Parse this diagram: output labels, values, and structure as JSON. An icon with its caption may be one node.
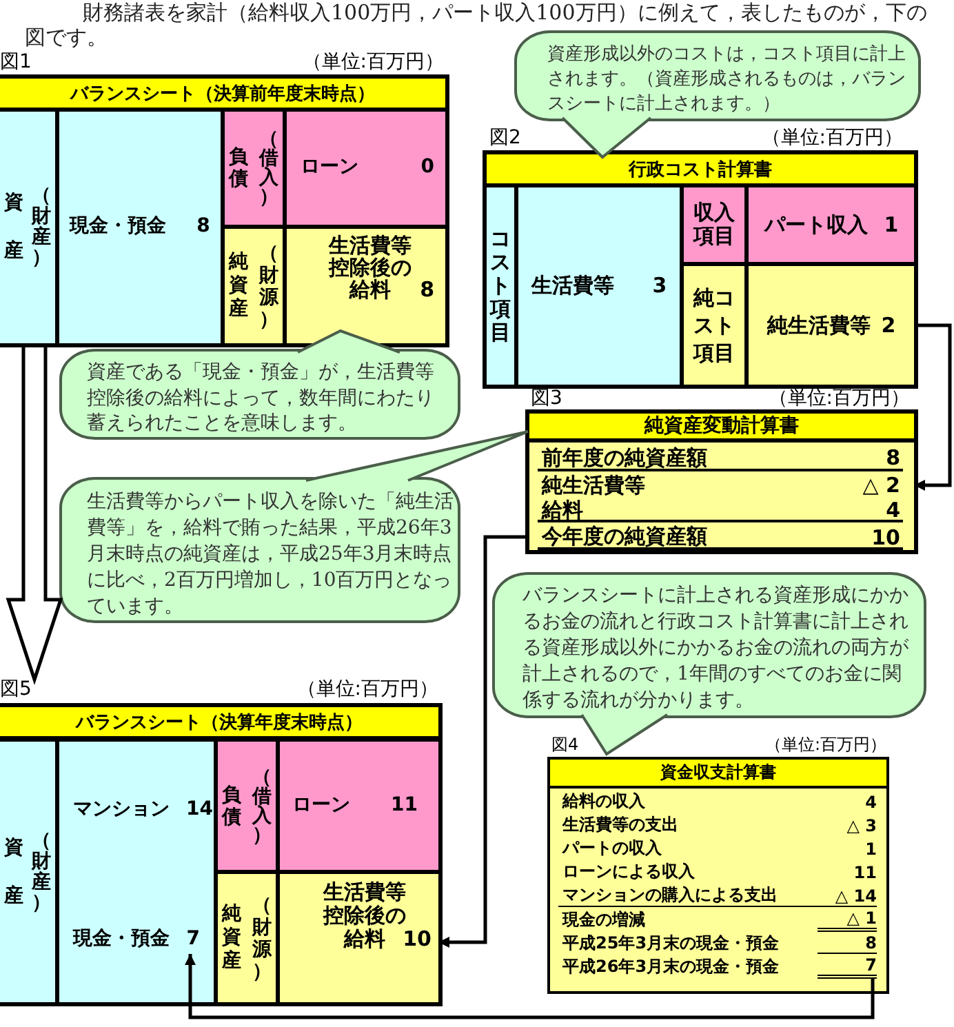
{
  "diagram": {
    "nodes": [
      {
        "text": [
          "バランスシート（決算前年度末時点）"
        ],
        "beside": [
          "図1",
          "（単位:百万円）"
        ]
      },
      {
        "text": [
          "資産",
          "（財産）"
        ],
        "in": 0
      },
      {
        "text": [
          "現金・預金",
          "8"
        ],
        "in": 0
      },
      {
        "text": [
          "負債",
          "（借入）"
        ],
        "in": 0
      },
      {
        "text": [
          "ローン",
          "0"
        ],
        "in": 0
      },
      {
        "text": [
          "純資産",
          "（財源）"
        ],
        "in": 0
      },
      {
        "text": [
          "生活費等控除後の給料",
          "8"
        ],
        "in": 0
      },
      {
        "text": [
          "資産形成以外のコストは，コスト項目に計上されます。（資産形成されるものは，バランスシートに計上されます。）"
        ]
      },
      {
        "text": [
          "行政コスト計算書"
        ],
        "beside": [
          "図2",
          "（単位:百万円）"
        ]
      },
      {
        "text": [
          "コスト項目"
        ],
        "in": 8
      },
      {
        "text": [
          "生活費等",
          "3"
        ],
        "in": 8
      },
      {
        "text": [
          "収入項目"
        ],
        "in": 8
      },
      {
        "text": [
          "パート収入",
          "1"
        ],
        "in": 8
      },
      {
        "text": [
          "純コスト項目"
        ],
        "in": 8
      },
      {
        "text": [
          "純生活費等",
          "2"
        ],
        "in": 8
      },
      {
        "text": [
          "資産である「現金・預金」が，生活費等控除後の給料によって，数年間にわたり蓄えられたことを意味します。"
        ]
      },
      {
        "text": [
          "純資産変動計算書"
        ],
        "beside": [
          "図3",
          "（単位:百万円）"
        ]
      },
      {
        "text": [
          "前年度の純資産額",
          "8"
        ],
        "in": 16
      },
      {
        "text": [
          "純生活費等",
          "△ 2"
        ],
        "in": 16
      },
      {
        "text": [
          "給料",
          "4"
        ],
        "in": 16
      },
      {
        "text": [
          "今年度の純資産額",
          "10"
        ],
        "in": 16
      },
      {
        "text": [
          "生活費等からパート収入を除いた「純生活費等」を，給料で賄った結果，平成26年3月末時点の純資産は，平成25年3月末時点に比べ，2百万円増加し，10百万円となっています。"
        ]
      },
      {
        "text": [
          "バランスシートに計上される資産形成にかかるお金の流れと行政コスト計算書に計上される資産形成以外にかかるお金の流れの両方が計上されるので，1年間のすべてのお金に関係する流れが分かります。"
        ]
      },
      {
        "text": [
          "バランスシート（決算年度末時点）"
        ],
        "beside": [
          "図5",
          "（単位:百万円）"
        ]
      },
      {
        "text": [
          "資産",
          "（財産）"
        ],
        "in": 23
      },
      {
        "text": [
          "マンション",
          "14"
        ],
        "in": 23
      },
      {
        "text": [
          "現金・預金",
          "7"
        ],
        "in": 25
      },
      {
        "text": [
          "負債",
          "（借入）"
        ],
        "in": 23
      },
      {
        "text": [
          "ローン",
          "11"
        ],
        "in": 23
      },
      {
        "text": [
          "純資産",
          "（財源）"
        ],
        "in": 23
      },
      {
        "text": [
          "生活費等控除後の給料",
          "10"
        ],
        "in": 23
      },
      {
        "text": [
          "資金収支計算書"
        ],
        "beside": [
          "図4",
          "（単位:百万円）"
        ]
      },
      {
        "text": [
          "給料の収入",
          "4"
        ],
        "in": 31
      },
      {
        "text": [
          "生活費等の支出",
          "△ 3"
        ],
        "in": 31
      },
      {
        "text": [
          "パートの収入",
          "1"
        ],
        "in": 31
      },
      {
        "text": [
          "ローンによる収入",
          "11"
        ],
        "in": 31
      },
      {
        "text": [
          "マンションの購入による支出",
          "△ 14"
        ],
        "in": 31
      },
      {
        "text": [
          "現金の増減",
          "△ 1"
        ],
        "in": 31
      },
      {
        "text": [
          "平成25年3月末の現金・預金",
          "8"
        ],
        "in": 31
      },
      {
        "text": [
          "平成26年3月末の現金・預金",
          "7"
        ],
        "in": 31
      }
    ],
    "edges": [
      {
        "from": 0,
        "to": 23,
        "arrow": "to",
        "style": "thick"
      },
      {
        "from": 14,
        "to": 18,
        "arrow": "to"
      },
      {
        "from": 20,
        "to": 30,
        "arrow": "to"
      },
      {
        "from": 39,
        "to": 26,
        "arrow": "to"
      }
    ],
    "labels": [
      "財務諸表を家計（給料収入100万円，パート収入100万円）に例えて，表したものが，下の図です。"
    ]
  }
}
